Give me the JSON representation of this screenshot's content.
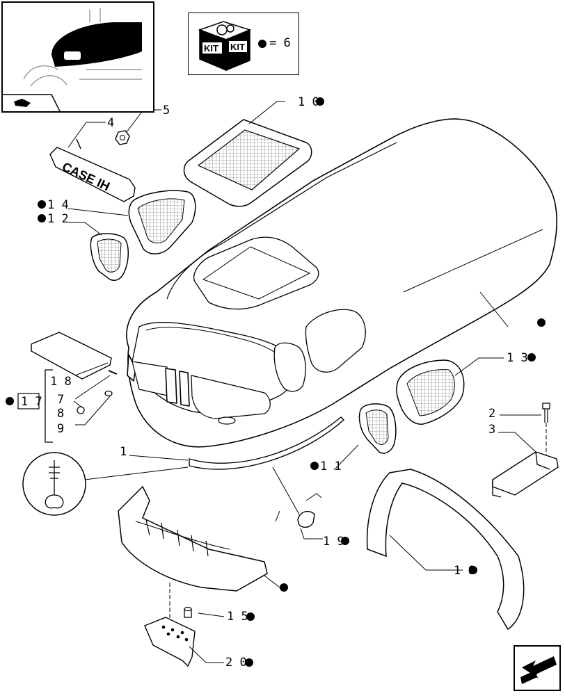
{
  "kit": {
    "quantity_label": "= 6"
  },
  "badges": {
    "kit_text": "KIT"
  },
  "callouts": [
    {
      "id": "c4",
      "text": "4",
      "dot": false
    },
    {
      "id": "c5",
      "text": "5",
      "dot": false
    },
    {
      "id": "c10",
      "text": "1 0",
      "dot": true
    },
    {
      "id": "c14",
      "text": "1 4",
      "dot": true
    },
    {
      "id": "c12",
      "text": "1 2",
      "dot": true
    },
    {
      "id": "cmain",
      "text": "",
      "dot": true
    },
    {
      "id": "c13",
      "text": "1 3",
      "dot": true
    },
    {
      "id": "c18",
      "text": "1 8",
      "dot": false
    },
    {
      "id": "c17",
      "text": "1 7",
      "dot": true
    },
    {
      "id": "c7",
      "text": "7",
      "dot": false
    },
    {
      "id": "c8",
      "text": "8",
      "dot": false
    },
    {
      "id": "c9",
      "text": "9",
      "dot": false
    },
    {
      "id": "c1",
      "text": "1",
      "dot": false
    },
    {
      "id": "c2",
      "text": "2",
      "dot": false
    },
    {
      "id": "c3",
      "text": "3",
      "dot": false
    },
    {
      "id": "c11",
      "text": "1 1",
      "dot": true
    },
    {
      "id": "c19",
      "text": "1 9",
      "dot": true
    },
    {
      "id": "c16",
      "text": "1 6",
      "dot": true
    },
    {
      "id": "cbumper",
      "text": "",
      "dot": true
    },
    {
      "id": "c15",
      "text": "1 5",
      "dot": true
    },
    {
      "id": "c20",
      "text": "2 0",
      "dot": true
    }
  ],
  "emblem": {
    "text": "CASE IH"
  }
}
